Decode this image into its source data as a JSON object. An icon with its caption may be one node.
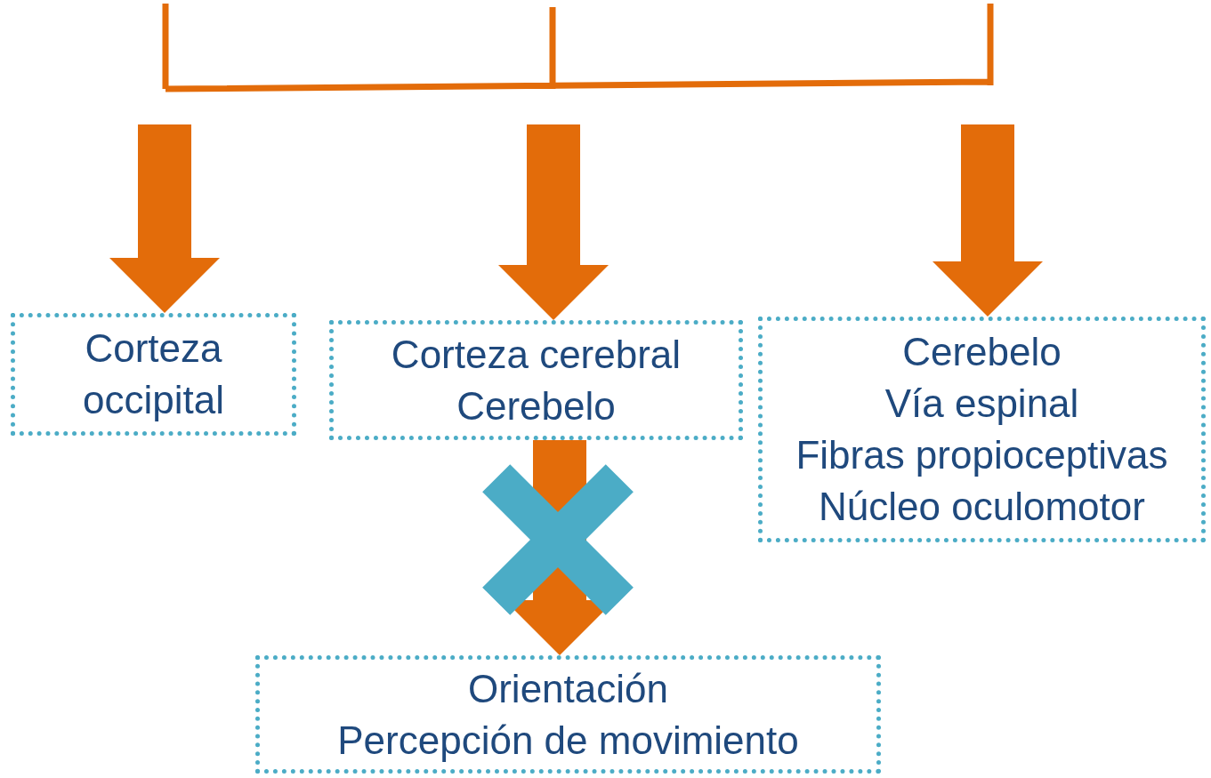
{
  "diagram": {
    "nodes": [
      {
        "text": [
          "Corteza occipital"
        ]
      },
      {
        "text": [
          "Corteza cerebral",
          "Cerebelo"
        ]
      },
      {
        "text": [
          "Cerebelo",
          "Vía espinal",
          "Fibras propioceptivas",
          "Núcleo oculomotor"
        ]
      },
      {
        "text": [
          "Orientación",
          "Percepción de movimiento"
        ]
      }
    ],
    "edges": [
      {
        "from": null,
        "to": 0,
        "arrow": "to"
      },
      {
        "from": null,
        "to": 1,
        "arrow": "to"
      },
      {
        "from": null,
        "to": 2,
        "arrow": "to"
      },
      {
        "from": 1,
        "to": 3,
        "arrow": "to"
      }
    ]
  }
}
